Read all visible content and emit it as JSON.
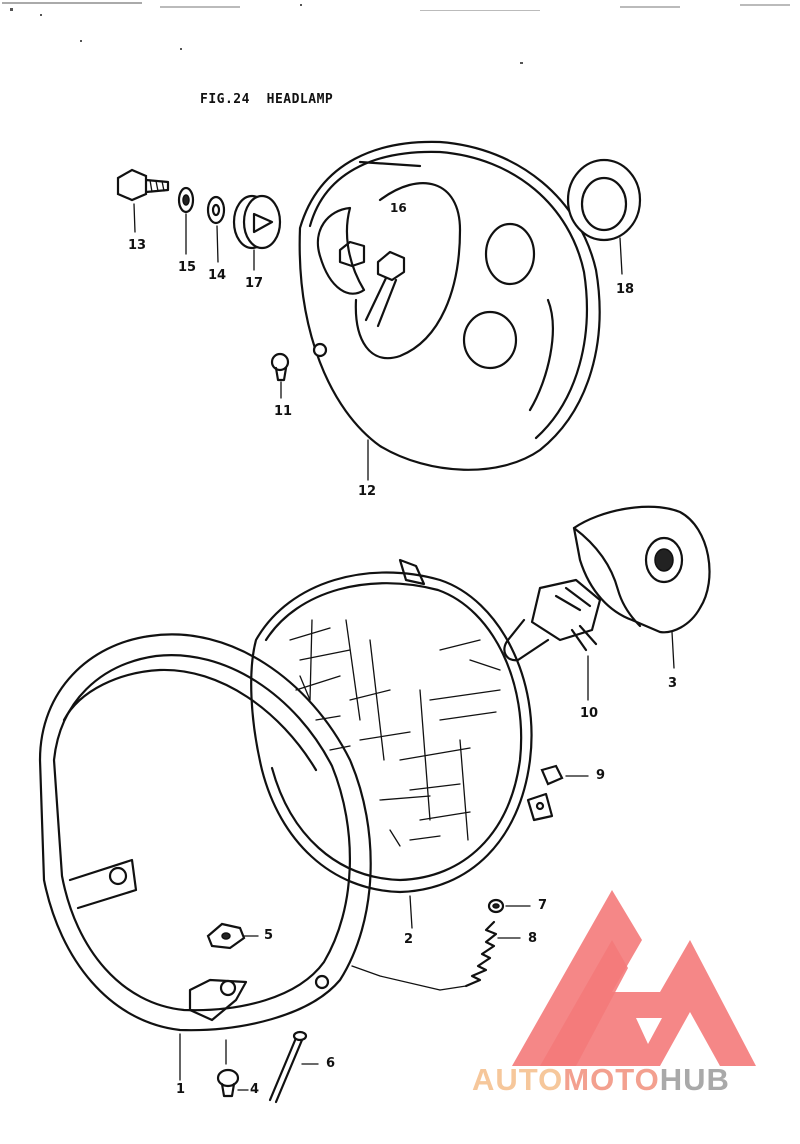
{
  "figure": {
    "title": "FIG.24  HEADLAMP"
  },
  "parts": {
    "p1": "1",
    "p2": "2",
    "p3": "3",
    "p4": "4",
    "p5": "5",
    "p6": "6",
    "p7": "7",
    "p8": "8",
    "p9": "9",
    "p10": "10",
    "p11": "11",
    "p12": "12",
    "p13": "13",
    "p14": "14",
    "p15": "15",
    "p16": "16",
    "p17": "17",
    "p18": "18"
  },
  "watermark": {
    "part_a": "AUTO",
    "part_b": "MOTO",
    "part_c": "HUB",
    "logo_color": "#f26b6b"
  }
}
